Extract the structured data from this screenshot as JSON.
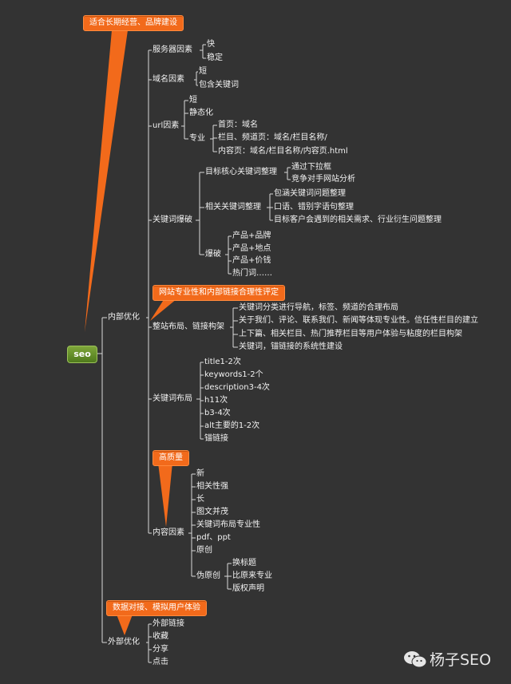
{
  "root": {
    "label": "seo"
  },
  "callouts": {
    "top": "适合长期经营、品牌建设",
    "site": "网站专业性和内部链接合理性评定",
    "quality": "高质量",
    "ux": "数据对接、模拟用户体验"
  },
  "internal": {
    "label": "内部优化",
    "server": {
      "label": "服务器因素",
      "items": [
        "快",
        "稳定"
      ]
    },
    "domain": {
      "label": "域名因素",
      "items": [
        "短",
        "包含关键词"
      ]
    },
    "url": {
      "label": "url因素",
      "items": [
        "短",
        "静态化"
      ],
      "pro": {
        "label": "专业",
        "items": [
          "首页：域名",
          "栏目、频道页：域名/栏目名称/",
          "内容页：域名/栏目名称/内容页.html"
        ]
      }
    },
    "kw": {
      "label": "关键词爆破",
      "core": {
        "label": "目标核心关键词整理",
        "items": [
          "通过下拉框",
          "竞争对手网站分析"
        ]
      },
      "related": {
        "label": "相关关键词整理",
        "items": [
          "包涵关键词问题整理",
          "口语、错别字语句整理",
          "目标客户会遇到的相关需求、行业衍生问题整理"
        ]
      },
      "burst": {
        "label": "爆破",
        "items": [
          "产品+品牌",
          "产品+地点",
          "产品+价钱",
          "热门词……"
        ]
      }
    },
    "layout": {
      "label": "整站布局、链接构架",
      "items": [
        "关键词分类进行导航，标签、频道的合理布局",
        "关于我们、评论、联系我们、新闻等体现专业性。信任性栏目的建立",
        "上下篇、相关栏目、热门推荐栏目等用户体验与粘度的栏目构架",
        "关键词，锚链接的系统性建设"
      ]
    },
    "kwlayout": {
      "label": "关键词布局",
      "items": [
        "title1-2次",
        "keywords1-2个",
        "description3-4次",
        "h11次",
        "b3-4次",
        "alt主要的1-2次",
        "锚链接"
      ]
    },
    "content": {
      "label": "内容因素",
      "items": [
        "新",
        "相关性强",
        "长",
        "图文并茂",
        "关键词布局专业性",
        "pdf、ppt",
        "原创"
      ],
      "pseudo": {
        "label": "伪原创",
        "items": [
          "换标题",
          "比原来专业",
          "版权声明"
        ]
      }
    }
  },
  "external": {
    "label": "外部优化",
    "items": [
      "外部链接",
      "收藏",
      "分享",
      "点击"
    ]
  },
  "watermark": {
    "text": "杨子SEO",
    "icon": "wechat-icon"
  },
  "colors": {
    "background": "#333333",
    "callout": "#f26a1b",
    "root": "#6b9a2a",
    "lines": "#d8d8d8"
  }
}
